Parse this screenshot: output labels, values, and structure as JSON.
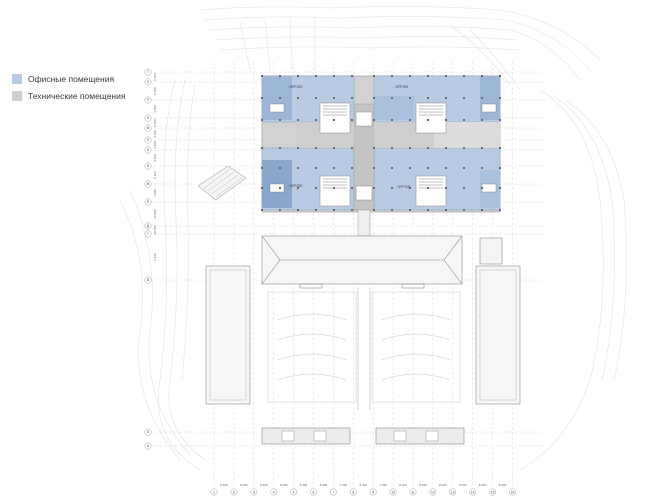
{
  "legend": {
    "office": {
      "label": "Офисные помещения",
      "color": "#b8cbe3"
    },
    "technical": {
      "label": "Технические помещения",
      "color": "#cfcfcf"
    }
  },
  "office_labels": {
    "nw": "OFFICE",
    "ne": "OFFICE",
    "sw": "OFFICE",
    "se": "OFFICE"
  },
  "grid": {
    "bottom_numbers": [
      "1",
      "2",
      "3",
      "4",
      "5",
      "6",
      "7",
      "8",
      "9",
      "10",
      "11",
      "12",
      "13",
      "14",
      "15",
      "16"
    ],
    "bottom_spans": [
      "8 400",
      "8 400",
      "8 400",
      "8 400",
      "8 400",
      "8 400",
      "7 200",
      "8 400",
      "7 200",
      "8 400",
      "8 400",
      "8 400",
      "8 400",
      "8 400",
      "8 400"
    ],
    "left_letters": [
      "T",
      "C",
      "P",
      "Н",
      "М",
      "Л",
      "К",
      "И",
      "Ж",
      "Е",
      "Д",
      "Г",
      "В",
      "Б",
      "А"
    ],
    "left_spans": [
      "8 400",
      "8 400",
      "3 600",
      "8 400",
      "4 200",
      "8 400",
      "8 400",
      "8 400",
      "3 600",
      "12 000",
      "60 000",
      "8 400"
    ]
  },
  "colors": {
    "office": "#b8cbe3",
    "office_dark": "#8aa6cb",
    "technical": "#cfcfcf",
    "line": "#9a9a9a",
    "light_line": "#d6d6d6"
  }
}
